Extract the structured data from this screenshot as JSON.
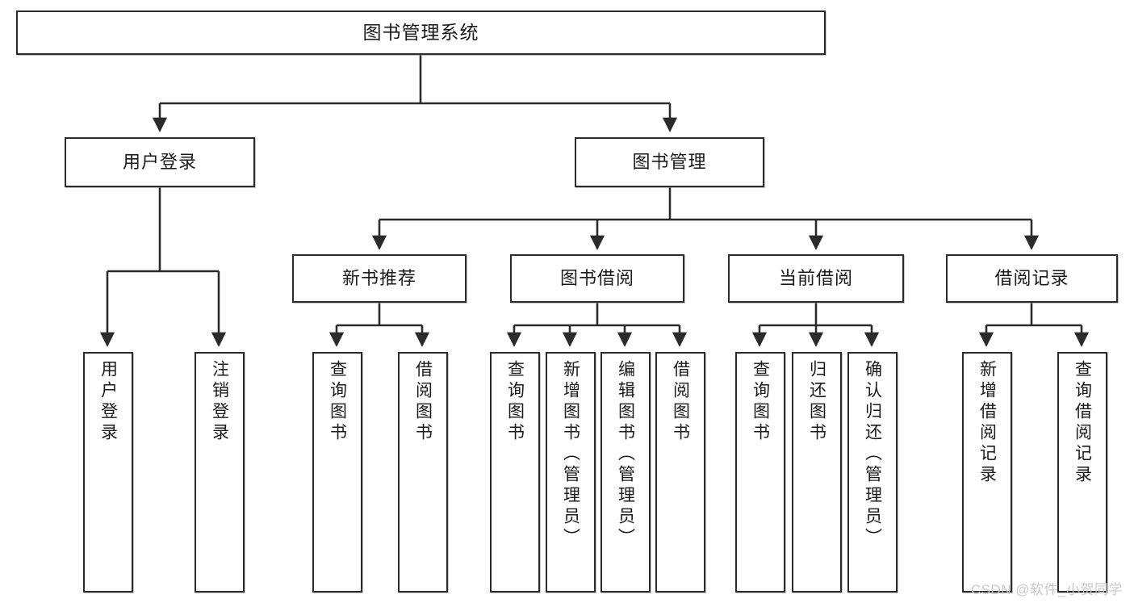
{
  "diagram": {
    "type": "tree-hierarchy-diagram",
    "title": "图书管理系统",
    "orientation": "top-down",
    "colors": {
      "box_border": "#2b2b2b",
      "box_fill": "#ffffff",
      "connector": "#2b2b2b",
      "text": "#1a1a1a",
      "watermark": "#c9c9c9"
    },
    "levels": 4,
    "root": {
      "id": "root",
      "label": "图书管理系统",
      "children": [
        {
          "id": "user-login",
          "label": "用户登录",
          "children": [
            {
              "id": "user-login-do",
              "label": "用户登录"
            },
            {
              "id": "user-logout",
              "label": "注销登录"
            }
          ]
        },
        {
          "id": "book-management",
          "label": "图书管理",
          "children": [
            {
              "id": "new-book-recommend",
              "label": "新书推荐",
              "children": [
                {
                  "id": "nb-query-book",
                  "label": "查询图书"
                },
                {
                  "id": "nb-borrow-book",
                  "label": "借阅图书"
                }
              ]
            },
            {
              "id": "book-borrow",
              "label": "图书借阅",
              "children": [
                {
                  "id": "bb-query-book",
                  "label": "查询图书"
                },
                {
                  "id": "bb-add-book",
                  "label": "新增图书（管理员）"
                },
                {
                  "id": "bb-edit-book",
                  "label": "编辑图书（管理员）"
                },
                {
                  "id": "bb-borrow-book",
                  "label": "借阅图书"
                }
              ]
            },
            {
              "id": "current-borrow",
              "label": "当前借阅",
              "children": [
                {
                  "id": "cb-query-book",
                  "label": "查询图书"
                },
                {
                  "id": "cb-return-book",
                  "label": "归还图书"
                },
                {
                  "id": "cb-confirm-return",
                  "label": "确认归还（管理员）"
                }
              ]
            },
            {
              "id": "borrow-record",
              "label": "借阅记录",
              "children": [
                {
                  "id": "br-add-record",
                  "label": "新增借阅记录"
                },
                {
                  "id": "br-query-record",
                  "label": "查询借阅记录"
                }
              ]
            }
          ]
        }
      ]
    }
  },
  "watermark": {
    "text": "CSDN @软件_小贺同学"
  }
}
